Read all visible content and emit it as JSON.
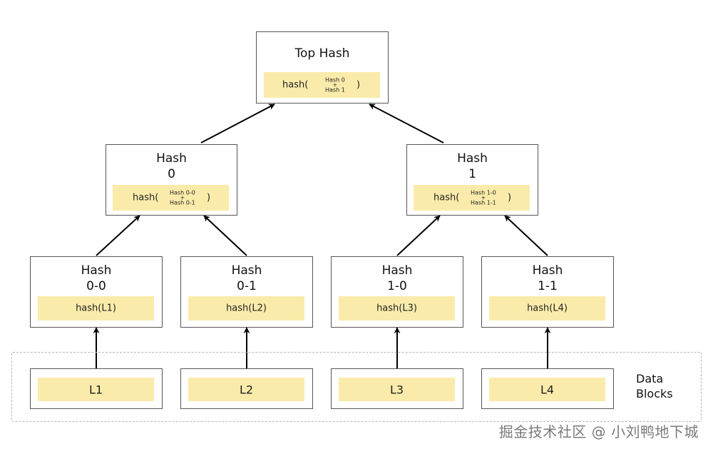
{
  "top": {
    "title": "Top Hash",
    "fn": "hash(",
    "args": [
      "Hash 0",
      "+",
      "Hash 1"
    ],
    "close": ")"
  },
  "level1": [
    {
      "title_line1": "Hash",
      "title_line2": "0",
      "fn": "hash(",
      "args": [
        "Hash 0-0",
        "+",
        "Hash 0-1"
      ],
      "close": ")"
    },
    {
      "title_line1": "Hash",
      "title_line2": "1",
      "fn": "hash(",
      "args": [
        "Hash 1-0",
        "+",
        "Hash 1-1"
      ],
      "close": ")"
    }
  ],
  "level2": [
    {
      "title_line1": "Hash",
      "title_line2": "0-0",
      "formula": "hash(L1)"
    },
    {
      "title_line1": "Hash",
      "title_line2": "0-1",
      "formula": "hash(L2)"
    },
    {
      "title_line1": "Hash",
      "title_line2": "1-0",
      "formula": "hash(L3)"
    },
    {
      "title_line1": "Hash",
      "title_line2": "1-1",
      "formula": "hash(L4)"
    }
  ],
  "leaves": [
    "L1",
    "L2",
    "L3",
    "L4"
  ],
  "data_label": [
    "Data",
    "Blocks"
  ],
  "watermark": "掘金技术社区 @ 小刘鸭地下城",
  "colors": {
    "formula_fill": "#faebaa",
    "border": "#555555",
    "arrow": "#000000",
    "dashed_border": "#b5b5b5"
  }
}
